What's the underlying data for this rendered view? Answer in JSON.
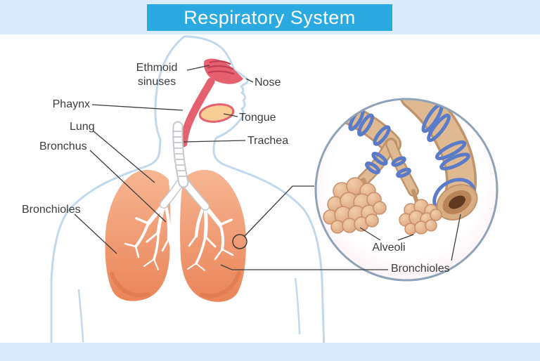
{
  "title": "Respiratory System",
  "labels": {
    "ethmoid_line1": "Ethmoid",
    "ethmoid_line2": "sinuses",
    "nose": "Nose",
    "pharynx": "Phaynx",
    "tongue": "Tongue",
    "lung": "Lung",
    "bronchus": "Bronchus",
    "trachea": "Trachea",
    "bronchioles": "Bronchioles",
    "inset": {
      "alveoli": "Alveoli",
      "bronchioles": "Bronchioles"
    }
  },
  "colors": {
    "banner_blue": "#2BA9E1",
    "band_light_blue": "#D8EDF9",
    "silhouette_outline": "#C2D9ED",
    "lung_salmon": "#EE9068",
    "airway_red": "#E5616F",
    "tongue_peach": "#F8CE95",
    "tube_tan": "#DEB991",
    "ring_blue": "#5A7CC8",
    "label_text": "#3C3C3C"
  }
}
